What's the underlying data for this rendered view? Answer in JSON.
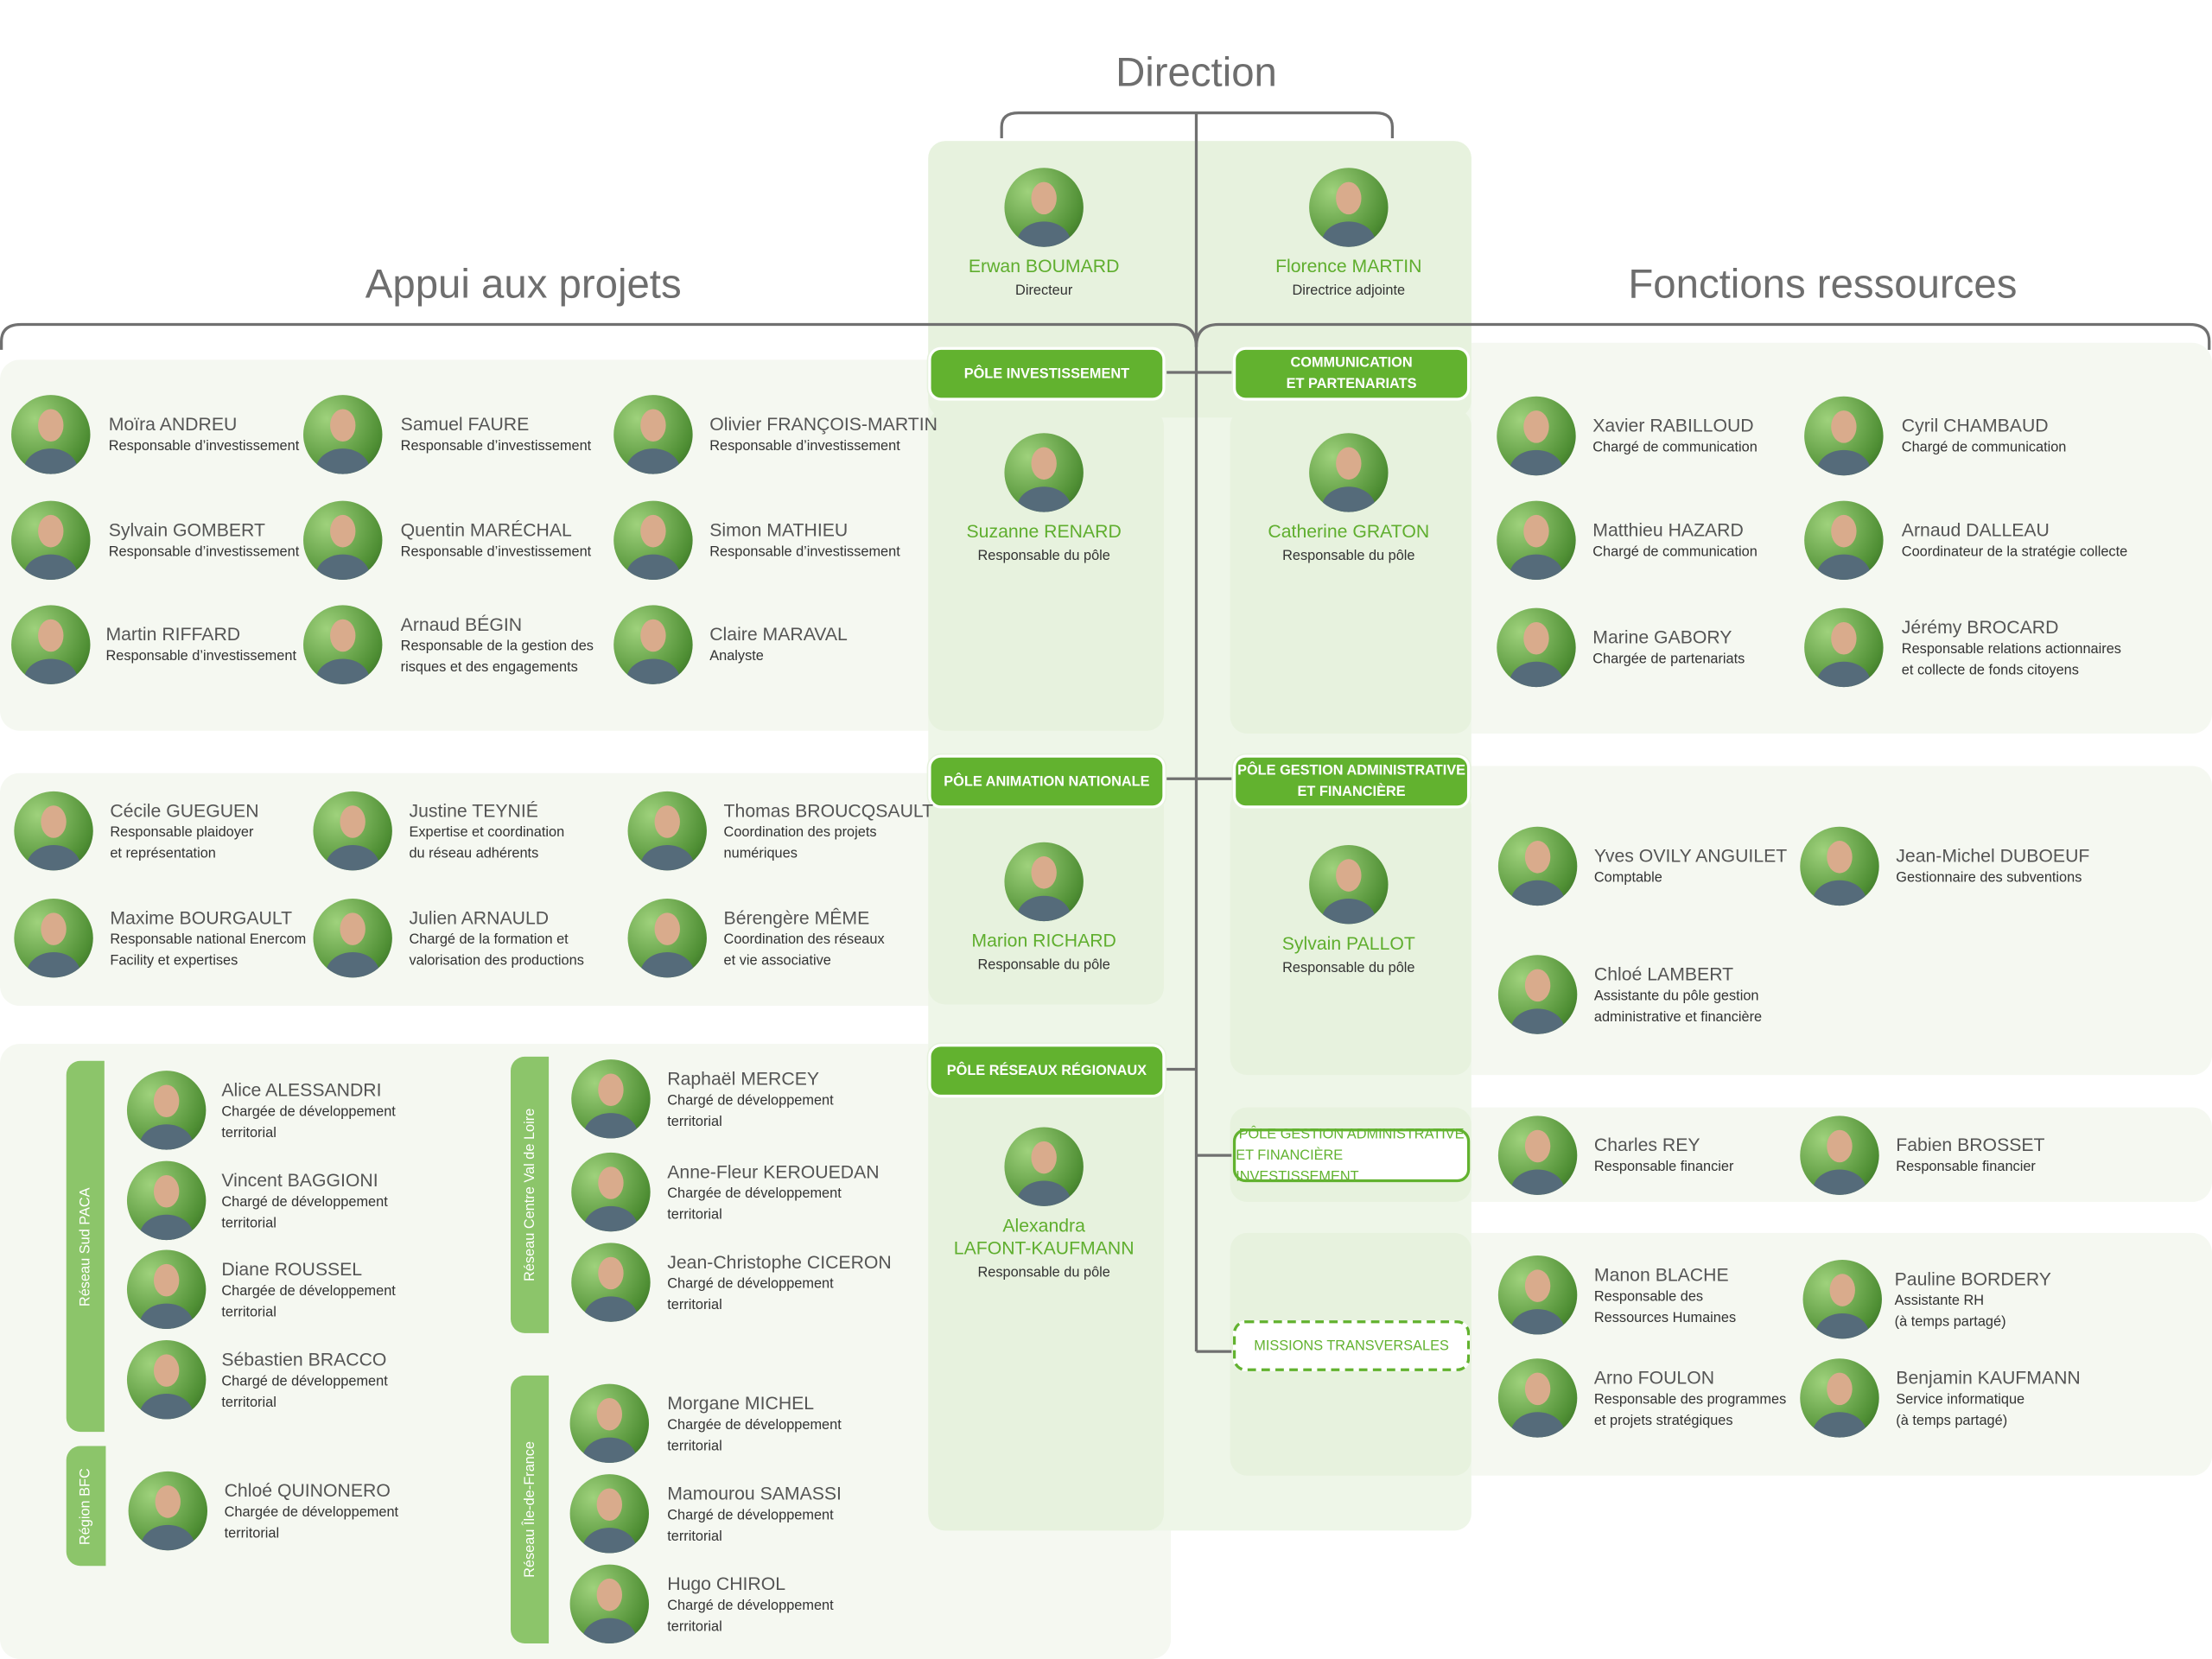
{
  "title": "Direction",
  "sections": {
    "left": "Appui aux projets",
    "right": "Fonctions ressources"
  },
  "colors": {
    "accent": "#62b22f",
    "line": "#707070",
    "panel": "#f5f8f1",
    "center_panel": "#e7f2de"
  },
  "poles": {
    "investissement": [
      "PÔLE INVESTISSEMENT"
    ],
    "communication": [
      "COMMUNICATION",
      "ET PARTENARIATS"
    ],
    "animation": [
      "PÔLE ANIMATION NATIONALE"
    ],
    "gestion": [
      "PÔLE GESTION ADMINISTRATIVE",
      "ET FINANCIÈRE"
    ],
    "reseaux": [
      "PÔLE RÉSEAUX RÉGIONAUX"
    ],
    "gestion_invest": [
      "PÔLE GESTION ADMINISTRATIVE",
      "ET FINANCIÈRE INVESTISSEMENT"
    ],
    "transversales": [
      "MISSIONS TRANSVERSALES"
    ]
  },
  "regions": {
    "sud_paca": "Réseau Sud PACA",
    "bfc": "Région BFC",
    "centre": "Réseau Centre Val de Loire",
    "idf": "Réseau Île-de-France"
  },
  "leads": {
    "direction": [
      {
        "name": [
          "Erwan BOUMARD"
        ],
        "role": [
          "Directeur"
        ]
      },
      {
        "name": [
          "Florence MARTIN"
        ],
        "role": [
          "Directrice adjointe"
        ]
      }
    ],
    "poles": [
      {
        "name": [
          "Suzanne RENARD"
        ],
        "role": [
          "Responsable du pôle"
        ]
      },
      {
        "name": [
          "Catherine GRATON"
        ],
        "role": [
          "Responsable du pôle"
        ]
      },
      {
        "name": [
          "Marion RICHARD"
        ],
        "role": [
          "Responsable du pôle"
        ]
      },
      {
        "name": [
          "Sylvain PALLOT"
        ],
        "role": [
          "Responsable du pôle"
        ]
      },
      {
        "name": [
          "Alexandra",
          "LAFONT-KAUFMANN"
        ],
        "role": [
          "Responsable du pôle"
        ]
      }
    ]
  },
  "groups": {
    "investissement": [
      {
        "name": "Moïra ANDREU",
        "role": [
          "Responsable d’investissement"
        ]
      },
      {
        "name": "Samuel FAURE",
        "role": [
          "Responsable d’investissement"
        ]
      },
      {
        "name": "Olivier FRANÇOIS-MARTIN",
        "role": [
          "Responsable d’investissement"
        ]
      },
      {
        "name": "Sylvain GOMBERT",
        "role": [
          "Responsable d’investissement"
        ]
      },
      {
        "name": "Quentin MARÉCHAL",
        "role": [
          "Responsable d’investissement"
        ]
      },
      {
        "name": "Simon MATHIEU",
        "role": [
          "Responsable d’investissement"
        ]
      },
      {
        "name": "Martin RIFFARD",
        "role": [
          "Responsable d’investissement"
        ]
      },
      {
        "name": "Arnaud BÉGIN",
        "role": [
          "Responsable de la gestion des",
          "risques et des engagements"
        ]
      },
      {
        "name": "Claire MARAVAL",
        "role": [
          "Analyste"
        ]
      }
    ],
    "animation": [
      {
        "name": "Cécile GUEGUEN",
        "role": [
          "Responsable plaidoyer",
          "et représentation"
        ]
      },
      {
        "name": "Justine TEYNIÉ",
        "role": [
          "Expertise et coordination",
          "du réseau adhérents"
        ]
      },
      {
        "name": "Thomas BROUCQSAULT",
        "role": [
          "Coordination des projets",
          "numériques"
        ]
      },
      {
        "name": "Maxime BOURGAULT",
        "role": [
          "Responsable national Enercom",
          "Facility et expertises"
        ]
      },
      {
        "name": "Julien ARNAULD",
        "role": [
          "Chargé de la formation et",
          "valorisation des productions"
        ]
      },
      {
        "name": "Bérengère MÊME",
        "role": [
          "Coordination des réseaux",
          "et vie associative"
        ]
      }
    ],
    "sud_paca": [
      {
        "name": "Alice ALESSANDRI",
        "role": [
          "Chargée de développement",
          "territorial"
        ]
      },
      {
        "name": "Vincent BAGGIONI",
        "role": [
          "Chargé de développement",
          "territorial"
        ]
      },
      {
        "name": "Diane ROUSSEL",
        "role": [
          "Chargée de développement",
          "territorial"
        ]
      },
      {
        "name": "Sébastien BRACCO",
        "role": [
          "Chargé de développement",
          "territorial"
        ]
      }
    ],
    "bfc": [
      {
        "name": "Chloé QUINONERO",
        "role": [
          "Chargée de développement",
          "territorial"
        ]
      }
    ],
    "centre": [
      {
        "name": "Raphaël MERCEY",
        "role": [
          "Chargé de développement",
          "territorial"
        ]
      },
      {
        "name": "Anne-Fleur KEROUEDAN",
        "role": [
          "Chargée de développement",
          "territorial"
        ]
      },
      {
        "name": "Jean-Christophe CICERON",
        "role": [
          "Chargé de développement",
          "territorial"
        ]
      }
    ],
    "idf": [
      {
        "name": "Morgane MICHEL",
        "role": [
          "Chargée de développement",
          "territorial"
        ]
      },
      {
        "name": "Mamourou SAMASSI",
        "role": [
          "Chargé de développement",
          "territorial"
        ]
      },
      {
        "name": "Hugo CHIROL",
        "role": [
          "Chargé de développement",
          "territorial"
        ]
      }
    ],
    "communication": [
      {
        "name": "Xavier RABILLOUD",
        "role": [
          "Chargé de communication"
        ]
      },
      {
        "name": "Cyril CHAMBAUD",
        "role": [
          "Chargé de communication"
        ]
      },
      {
        "name": "Matthieu HAZARD",
        "role": [
          "Chargé de communication"
        ]
      },
      {
        "name": "Arnaud DALLEAU",
        "role": [
          "Coordinateur de la stratégie collecte"
        ]
      },
      {
        "name": "Marine GABORY",
        "role": [
          "Chargée de partenariats"
        ]
      },
      {
        "name": "Jérémy BROCARD",
        "role": [
          "Responsable relations actionnaires",
          "et collecte de fonds citoyens"
        ]
      }
    ],
    "gestion": [
      {
        "name": "Yves OVILY ANGUILET",
        "role": [
          "Comptable"
        ]
      },
      {
        "name": "Jean-Michel DUBOEUF",
        "role": [
          "Gestionnaire des subventions"
        ]
      },
      {
        "name": "Chloé LAMBERT",
        "role": [
          "Assistante du pôle gestion",
          "administrative et financière"
        ]
      }
    ],
    "gestion_invest": [
      {
        "name": "Charles REY",
        "role": [
          "Responsable financier"
        ]
      },
      {
        "name": "Fabien BROSSET",
        "role": [
          "Responsable financier"
        ]
      }
    ],
    "transversales": [
      {
        "name": "Manon BLACHE",
        "role": [
          "Responsable des",
          "Ressources Humaines"
        ]
      },
      {
        "name": "Pauline BORDERY",
        "role": [
          "Assistante RH",
          "(à temps partagé)"
        ]
      },
      {
        "name": "Arno FOULON",
        "role": [
          "Responsable des programmes",
          "et projets stratégiques"
        ]
      },
      {
        "name": "Benjamin KAUFMANN",
        "role": [
          "Service informatique",
          "(à temps partagé)"
        ]
      }
    ]
  }
}
